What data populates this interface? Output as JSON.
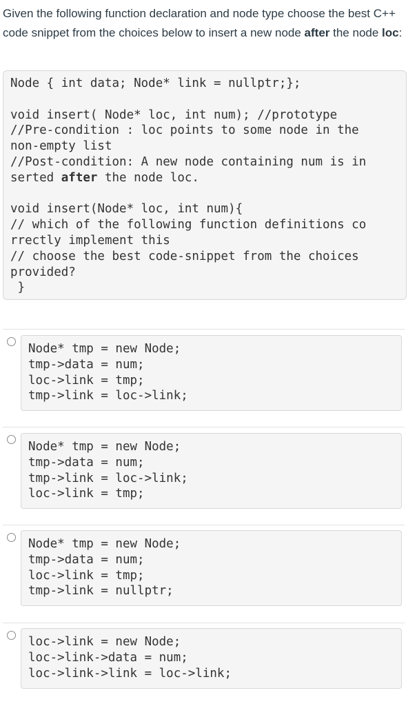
{
  "question": {
    "before_after": "Given the following function declaration and node type choose the best C++ code snippet from the choices below to insert a new node ",
    "after_word": "after",
    "middle": " the node ",
    "loc_word": "loc",
    "end": ":"
  },
  "stem_code": {
    "line1": "Node { int data; Node* link = nullptr;};",
    "line2": "void insert( Node* loc, int num); //prototype",
    "line3": "//Pre-condition : loc points to some node in the",
    "line4": "non-empty list",
    "line5": "//Post-condition: A new node containing num is in",
    "line6_pre": "serted ",
    "line6_bold": "after",
    "line6_post": " the node loc.",
    "line7": "void insert(Node* loc, int num){",
    "line8": "// which of the following function definitions co",
    "line9": "rrectly implement this",
    "line10": "// choose the best code-snippet from the choices",
    "line11": "provided?",
    "line12": " }"
  },
  "options": [
    {
      "lines": [
        "Node* tmp = new Node;",
        "tmp->data = num;",
        "loc->link = tmp;",
        "tmp->link = loc->link;"
      ]
    },
    {
      "lines": [
        "Node* tmp = new Node;",
        "tmp->data = num;",
        "tmp->link = loc->link;",
        "loc->link = tmp;"
      ]
    },
    {
      "lines": [
        "Node* tmp = new Node;",
        "tmp->data = num;",
        "loc->link = tmp;",
        "tmp->link = nullptr;"
      ]
    },
    {
      "lines": [
        "loc->link = new Node;",
        "loc->link->data = num;",
        "loc->link->link = loc->link;"
      ]
    }
  ]
}
